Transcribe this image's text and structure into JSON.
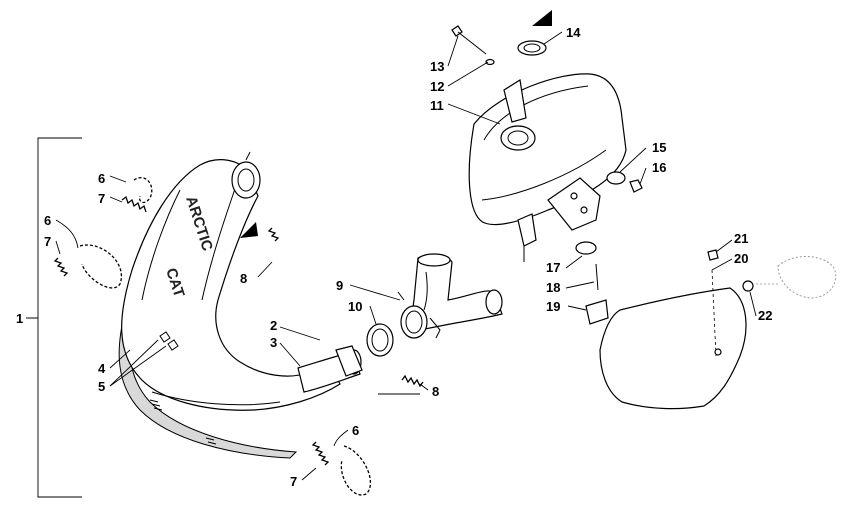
{
  "callouts": {
    "c1": "1",
    "c2": "2",
    "c3": "3",
    "c4": "4",
    "c5": "5",
    "c6a": "6",
    "c6b": "6",
    "c6c": "6",
    "c7a": "7",
    "c7b": "7",
    "c7c": "7",
    "c8a": "8",
    "c8b": "8",
    "c9": "9",
    "c10": "10",
    "c11": "11",
    "c12": "12",
    "c13": "13",
    "c14": "14",
    "c15": "15",
    "c16": "16",
    "c17": "17",
    "c18": "18",
    "c19": "19",
    "c20": "20",
    "c21": "21",
    "c22": "22"
  },
  "branding": {
    "word1": "ARCTIC",
    "word2": "CAT"
  }
}
